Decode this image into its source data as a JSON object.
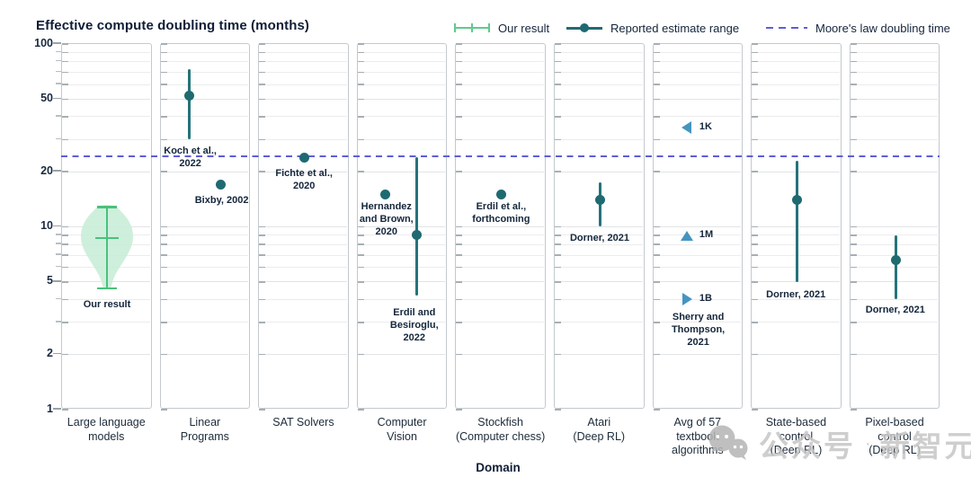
{
  "title": "Effective compute doubling time (months)",
  "xlabel": "Domain",
  "legend": [
    {
      "label": "Our result",
      "color": "#5fcb8b"
    },
    {
      "label": "Reported estimate range",
      "color": "#226b72"
    },
    {
      "label": "Moore's law doubling time",
      "color": "#5d5ed8"
    }
  ],
  "watermark": {
    "icon": "wechat-icon",
    "text_1": "公众号",
    "separator": "·",
    "text_2": "新智元"
  },
  "colors": {
    "our_result_fill": "#c9edd8",
    "our_result_line": "#4ac17c",
    "estimate": "#1f6a71",
    "estimate_line": "#25737a",
    "moores_law": "#5d5ed8",
    "triangle": "#4595c1"
  },
  "chart_data": {
    "type": "scatter",
    "yscale": "log",
    "ylim": [
      1,
      100
    ],
    "yticks": [
      1,
      2,
      5,
      10,
      20,
      50,
      100
    ],
    "moores_law_months": 24,
    "panels": [
      {
        "category_lines": [
          "Large language",
          "models"
        ],
        "violin": {
          "min": 4.6,
          "center": 8.7,
          "max": 12.8
        },
        "points": [],
        "annotations": [
          {
            "lines": [
              "Our result"
            ],
            "x": 50,
            "y": 283
          }
        ]
      },
      {
        "category_lines": [
          "Linear",
          "Programs"
        ],
        "points": [
          {
            "marker": "circle",
            "value": 52,
            "hi": 73,
            "lo": 30,
            "dx": -18
          },
          {
            "marker": "circle",
            "value": 17,
            "dx": 17
          }
        ],
        "annotations": [
          {
            "lines": [
              "Koch et al.,",
              "2022"
            ],
            "x": 33,
            "y": 112
          },
          {
            "lines": [
              "Bixby, 2002"
            ],
            "x": 68,
            "y": 167
          }
        ]
      },
      {
        "category_lines": [
          "SAT Solvers"
        ],
        "points": [
          {
            "marker": "circle",
            "value": 24,
            "dx": 0
          }
        ],
        "annotations": [
          {
            "lines": [
              "Fichte et al.,",
              "2020"
            ],
            "x": 50,
            "y": 137
          }
        ]
      },
      {
        "category_lines": [
          "Computer",
          "Vision"
        ],
        "points": [
          {
            "marker": "circle",
            "value": 15,
            "dx": -20
          },
          {
            "marker": "circle",
            "value": 9,
            "hi": 24,
            "lo": 4.2,
            "dx": 15
          }
        ],
        "annotations": [
          {
            "lines": [
              "Hernandez",
              "and Brown,",
              "2020"
            ],
            "x": 32,
            "y": 174
          },
          {
            "lines": [
              "Erdil and",
              "Besiroglu,",
              "2022"
            ],
            "x": 63,
            "y": 292
          }
        ]
      },
      {
        "category_lines": [
          "Stockfish",
          "(Computer chess)"
        ],
        "points": [
          {
            "marker": "circle",
            "value": 15,
            "dx": 0
          }
        ],
        "annotations": [
          {
            "lines": [
              "Erdil et al.,",
              "forthcoming"
            ],
            "x": 50,
            "y": 174
          }
        ]
      },
      {
        "category_lines": [
          "Atari",
          "(Deep RL)"
        ],
        "points": [
          {
            "marker": "circle",
            "value": 14,
            "hi": 17.5,
            "lo": 10,
            "dx": 0
          }
        ],
        "annotations": [
          {
            "lines": [
              "Dorner, 2021"
            ],
            "x": 50,
            "y": 209
          }
        ]
      },
      {
        "category_lines": [
          "Avg of 57",
          "textbook",
          "algorithms"
        ],
        "points": [
          {
            "marker": "tri-left",
            "value": 35,
            "tag": "1K",
            "dx": -13
          },
          {
            "marker": "tri-up",
            "value": 9,
            "tag": "1M",
            "dx": -13
          },
          {
            "marker": "tri-right",
            "value": 4,
            "tag": "1B",
            "dx": -13
          }
        ],
        "annotations": [
          {
            "lines": [
              "Sherry and",
              "Thompson,",
              "2021"
            ],
            "x": 50,
            "y": 297
          }
        ]
      },
      {
        "category_lines": [
          "State-based",
          "control",
          "(Deep RL)"
        ],
        "points": [
          {
            "marker": "circle",
            "value": 14,
            "hi": 23,
            "lo": 5,
            "dx": 0
          }
        ],
        "annotations": [
          {
            "lines": [
              "Dorner, 2021"
            ],
            "x": 49,
            "y": 272
          }
        ]
      },
      {
        "category_lines": [
          "Pixel-based",
          "control",
          "(Deep RL)"
        ],
        "points": [
          {
            "marker": "circle",
            "value": 6.6,
            "hi": 9,
            "lo": 4,
            "dx": 0
          }
        ],
        "annotations": [
          {
            "lines": [
              "Dorner, 2021"
            ],
            "x": 50,
            "y": 289
          }
        ]
      }
    ]
  }
}
